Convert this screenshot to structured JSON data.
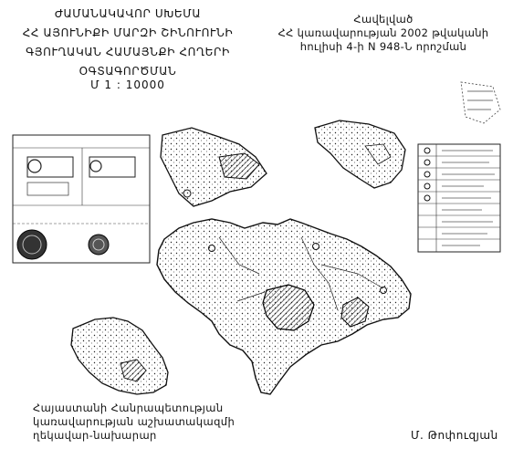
{
  "header_left": {
    "title": "ԺԱՄԱՆԱԿԱՎՈՐ ՍԽԵՄԱ",
    "subtitle_line1": "ՀՀ ԱՅՈՒՆԻՔԻ ՄԱՐԶԻ ՇԻՆՈՒՈՒՆԻ",
    "subtitle_line2": "ԳՅՈՒՂԱԿԱՆ ՀԱՄԱՅՆՔԻ ՀՈՂԵՐԻ",
    "subtitle_line3": "ՕԳՏԱԳՈՐԾՄԱՆ",
    "scale": "Մ 1 : 10000"
  },
  "header_right": {
    "line1": "Հավելված",
    "line2": "ՀՀ կառավարության 2002 թվականի",
    "line3": "հուլիսի 4-ի N 948-Ն որոշման"
  },
  "signature_left": {
    "line1": "Հայաստանի Հանրապետության",
    "line2": "կառավարության աշխատակազմի",
    "line3": "ղեկավար-նախարար"
  },
  "signature_right": {
    "name": "Մ. Թոփուզյան"
  }
}
